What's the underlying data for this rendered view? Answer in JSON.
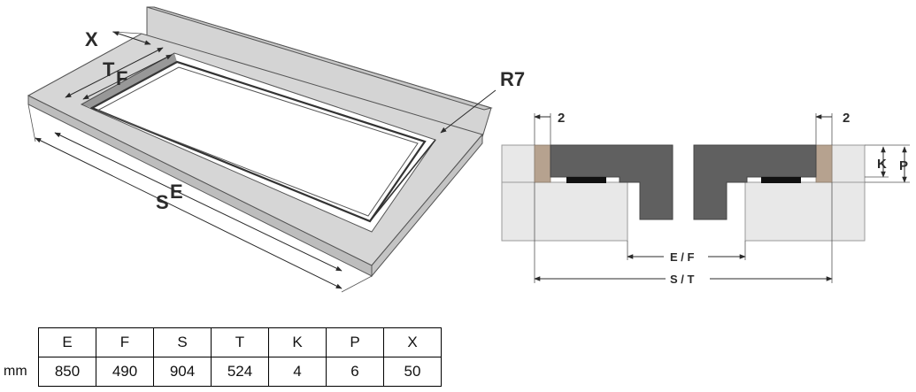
{
  "perspective": {
    "labels": {
      "x": "X",
      "t": "T",
      "f": "F",
      "s": "S",
      "e": "E",
      "r7": "R7"
    }
  },
  "section": {
    "labels": {
      "two_left": "2",
      "two_right": "2",
      "k": "K",
      "p": "P",
      "ef": "E / F",
      "st": "S / T"
    }
  },
  "table": {
    "unit": "mm",
    "headers": [
      "E",
      "F",
      "S",
      "T",
      "K",
      "P",
      "X"
    ],
    "values": [
      "850",
      "490",
      "904",
      "524",
      "4",
      "6",
      "50"
    ]
  },
  "colors": {
    "frame": "#d6d6d6",
    "frame_edge": "#bdbdbd",
    "edge_line": "#3a3a3a",
    "section_grey": "#e8e8e8",
    "section_dark": "#606060",
    "seal_tan": "#b6a28f",
    "gasket": "#111111"
  }
}
